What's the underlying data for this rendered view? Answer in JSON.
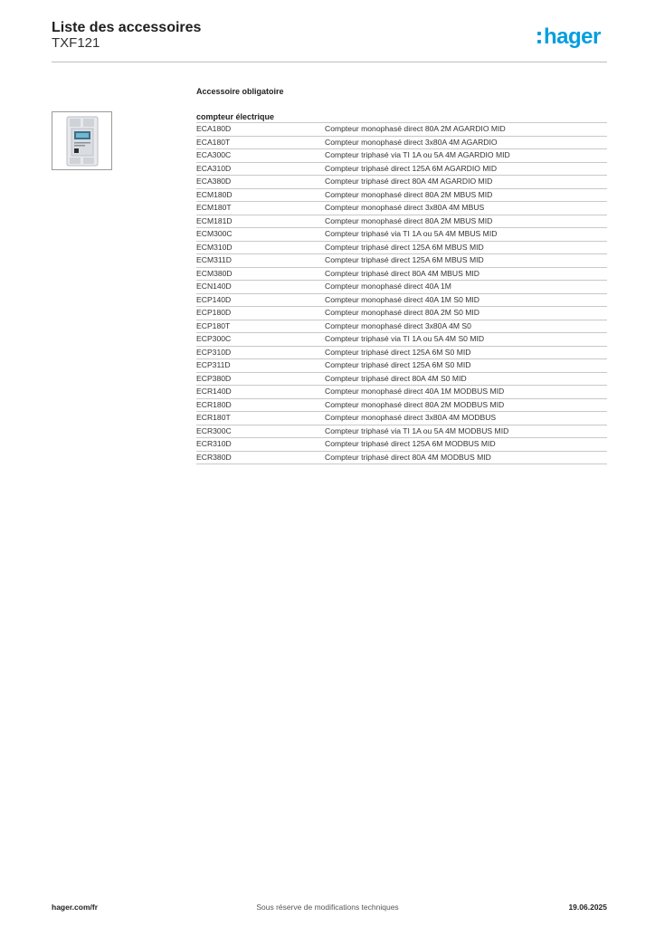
{
  "header": {
    "title": "Liste des accessoires",
    "subtitle": "TXF121",
    "logo_text": "hager",
    "brand_color": "#009ee0"
  },
  "section": {
    "title": "Accessoire obligatoire"
  },
  "product_image": {
    "icon": "energy-meter-image"
  },
  "group": {
    "title": "compteur électrique",
    "rows": [
      {
        "ref": "ECA180D",
        "desc": "Compteur monophasé direct 80A 2M AGARDIO MID"
      },
      {
        "ref": "ECA180T",
        "desc": "Compteur monophasé direct 3x80A 4M AGARDIO"
      },
      {
        "ref": "ECA300C",
        "desc": "Compteur triphasé via TI 1A ou 5A 4M AGARDIO MID"
      },
      {
        "ref": "ECA310D",
        "desc": "Compteur triphasé direct 125A 6M AGARDIO MID"
      },
      {
        "ref": "ECA380D",
        "desc": "Compteur triphasé direct 80A 4M AGARDIO MID"
      },
      {
        "ref": "ECM180D",
        "desc": "Compteur monophasé direct 80A 2M MBUS MID"
      },
      {
        "ref": "ECM180T",
        "desc": "Compteur monophasé direct 3x80A 4M MBUS"
      },
      {
        "ref": "ECM181D",
        "desc": "Compteur monophasé direct 80A 2M MBUS MID"
      },
      {
        "ref": "ECM300C",
        "desc": "Compteur triphasé via TI 1A ou 5A 4M MBUS MID"
      },
      {
        "ref": "ECM310D",
        "desc": "Compteur triphasé direct 125A 6M MBUS MID"
      },
      {
        "ref": "ECM311D",
        "desc": "Compteur triphasé direct 125A 6M MBUS MID"
      },
      {
        "ref": "ECM380D",
        "desc": "Compteur triphasé direct 80A 4M MBUS MID"
      },
      {
        "ref": "ECN140D",
        "desc": "Compteur monophasé direct 40A 1M"
      },
      {
        "ref": "ECP140D",
        "desc": "Compteur monophasé direct 40A 1M S0 MID"
      },
      {
        "ref": "ECP180D",
        "desc": "Compteur monophasé direct 80A 2M S0 MID"
      },
      {
        "ref": "ECP180T",
        "desc": "Compteur monophasé direct 3x80A 4M S0"
      },
      {
        "ref": "ECP300C",
        "desc": "Compteur triphasé via TI 1A ou 5A 4M S0 MID"
      },
      {
        "ref": "ECP310D",
        "desc": "Compteur triphasé direct 125A 6M S0 MID"
      },
      {
        "ref": "ECP311D",
        "desc": "Compteur triphasé direct 125A 6M S0 MID"
      },
      {
        "ref": "ECP380D",
        "desc": "Compteur triphasé direct 80A 4M S0 MID"
      },
      {
        "ref": "ECR140D",
        "desc": "Compteur monophasé direct 40A 1M MODBUS MID"
      },
      {
        "ref": "ECR180D",
        "desc": "Compteur monophasé direct 80A 2M MODBUS MID"
      },
      {
        "ref": "ECR180T",
        "desc": "Compteur monophasé direct 3x80A 4M MODBUS"
      },
      {
        "ref": "ECR300C",
        "desc": "Compteur triphasé via TI 1A ou 5A 4M MODBUS MID"
      },
      {
        "ref": "ECR310D",
        "desc": "Compteur triphasé direct 125A 6M MODBUS MID"
      },
      {
        "ref": "ECR380D",
        "desc": "Compteur triphasé direct 80A 4M MODBUS MID"
      }
    ]
  },
  "footer": {
    "website": "hager.com/fr",
    "disclaimer": "Sous réserve de modifications techniques",
    "date": "19.06.2025"
  }
}
